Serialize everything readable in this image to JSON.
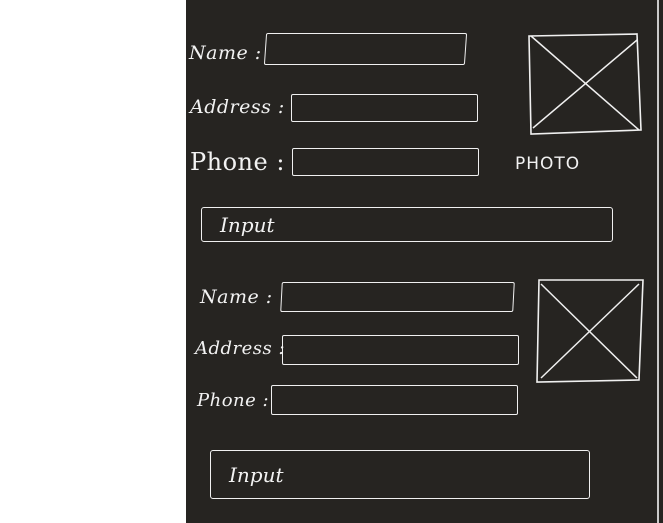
{
  "form1": {
    "name_label": "Name :",
    "address_label": "Address :",
    "phone_label": "Phone :",
    "photo_caption": "PHOTO",
    "input_label": "Input"
  },
  "form2": {
    "name_label": "Name :",
    "address_label": "Address :",
    "phone_label": "Phone :",
    "input_label": "Input"
  },
  "colors": {
    "board_background": "#262421",
    "stroke": "#f0f0f0",
    "page_background": "#ffffff"
  },
  "icons": {
    "photo_placeholder": "x-box-image-icon"
  }
}
